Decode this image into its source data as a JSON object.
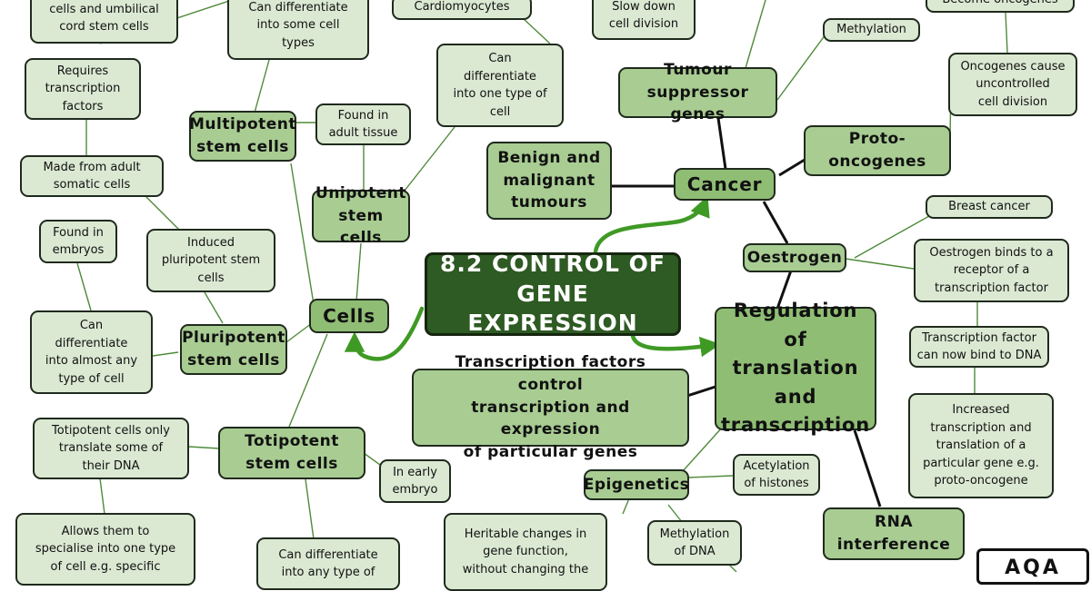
{
  "title": "8.2 CONTROL OF\nGENE EXPRESSION",
  "nodes": {
    "cells": "Cells",
    "cancer": "Cancer",
    "regulation": "Regulation of\ntranslation\nand\ntranscription",
    "multipotent": "Multipotent\nstem cells",
    "unipotent": "Unipotent\nstem cells",
    "pluripotent": "Pluripotent\nstem cells",
    "totipotent": "Totipotent\nstem cells",
    "tumour_suppressor": "Tumour\nsuppressor genes",
    "proto_oncogenes": "Proto-\noncogenes",
    "benign": "Benign and\nmalignant\ntumours",
    "oestrogen": "Oestrogen",
    "tf_control": "Transcription factors control\ntranscription and expression\nof particular genes",
    "epigenetics": "Epigenetics",
    "rna_interference": "RNA\ninterference",
    "cord_cells": "cells and umbilical\ncord stem cells",
    "some_cell_types": "Can differentiate\ninto some cell\ntypes",
    "cardiomyocytes": "Cardiomyocytes",
    "one_type": "Can\ndifferentiate\ninto one type of\ncell",
    "found_adult": "Found in\nadult tissue",
    "requires_tf": "Requires\ntranscription\nfactors",
    "made_adult": "Made from adult\nsomatic cells",
    "found_embryos": "Found in\nembryos",
    "induced": "Induced\npluripotent stem\ncells",
    "almost_any": "Can\ndifferentiate\ninto almost any\ntype of cell",
    "totipotent_translate": "Totipotent cells only\ntranslate some of\ntheir DNA",
    "allows_specialise": "Allows them to\nspecialise into one type\nof cell e.g. specific",
    "any_type": "Can differentiate\ninto any type of",
    "early_embryo": "In early\nembryo",
    "slow_division": "Slow down\ncell division",
    "methylation": "Methylation",
    "become_oncogenes": "Become oncogenes",
    "oncogenes_cause": "Oncogenes cause\nuncontrolled\ncell division",
    "breast_cancer": "Breast cancer",
    "oestrogen_binds": "Oestrogen binds to a\nreceptor of a\ntranscription factor",
    "tf_bind_dna": "Transcription factor\ncan now bind to DNA",
    "increased": "Increased\ntranscription and\ntranslation of a\nparticular gene e.g.\nproto-oncogene",
    "acetylation": "Acetylation\nof histones",
    "methylation_dna": "Methylation\nof DNA",
    "heritable": "Heritable changes in\ngene function,\nwithout changing the"
  },
  "logo": "AQA",
  "colors": {
    "center_fill": "#2e5a23",
    "level1_fill": "#8fbd74",
    "level2_fill": "#a8cc92",
    "leaf_fill": "#dbe9d3",
    "arrow": "#3f9a25",
    "line": "#111111"
  }
}
